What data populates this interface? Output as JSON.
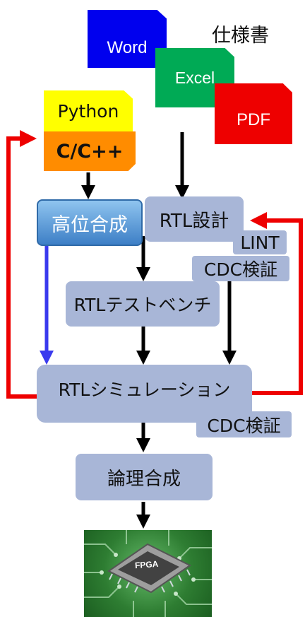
{
  "spec": {
    "label": "仕様書",
    "word": "Word",
    "excel": "Excel",
    "pdf": "PDF",
    "colors": {
      "word": "#0000ee",
      "excel": "#00aa55",
      "pdf": "#ee0000"
    }
  },
  "hls_inputs": {
    "python": "Python",
    "c": "C/C++",
    "colors": {
      "python": "#ffff00",
      "c": "#ff8c00"
    }
  },
  "nodes": {
    "hls": "高位合成",
    "rtl_design": "RTL設計",
    "lint": "LINT",
    "cdc_check_1": "CDC検証",
    "rtl_testbench": "RTLテストベンチ",
    "rtl_simulation": "RTLシミュレーション",
    "cdc_check_2": "CDC検証",
    "logic_synthesis": "論理合成",
    "fpga": "FPGA"
  },
  "colors": {
    "node_fill": "#a8b6d7",
    "hls_fill": "#5b9bd5",
    "feedback_arrow": "#ee0000",
    "hls_arrow": "#3a3aee",
    "flow_arrow": "#000000",
    "board": "#2e7d32"
  }
}
